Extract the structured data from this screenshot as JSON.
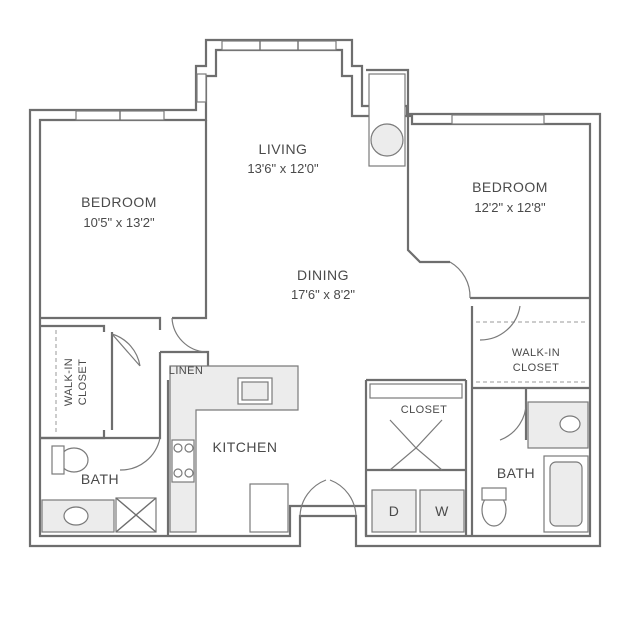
{
  "rooms": {
    "living": {
      "name": "LIVING",
      "dims": "13'6\" x 12'0\""
    },
    "bedroom_left": {
      "name": "BEDROOM",
      "dims": "10'5\" x 13'2\""
    },
    "bedroom_right": {
      "name": "BEDROOM",
      "dims": "12'2\" x 12'8\""
    },
    "dining": {
      "name": "DINING",
      "dims": "17'6\" x 8'2\""
    },
    "kitchen": {
      "name": "KITCHEN"
    },
    "linen": {
      "name": "LINEN"
    },
    "closet": {
      "name": "CLOSET"
    },
    "walkin_left": {
      "line1": "WALK-IN",
      "line2": "CLOSET"
    },
    "walkin_right": {
      "line1": "WALK-IN",
      "line2": "CLOSET"
    },
    "bath_left": {
      "name": "BATH"
    },
    "bath_right": {
      "name": "BATH"
    }
  },
  "appliances": {
    "dryer": "D",
    "washer": "W"
  },
  "colors": {
    "wall": "#6e6e6e",
    "fixture_fill": "#ececec",
    "text": "#4a4a4a"
  }
}
